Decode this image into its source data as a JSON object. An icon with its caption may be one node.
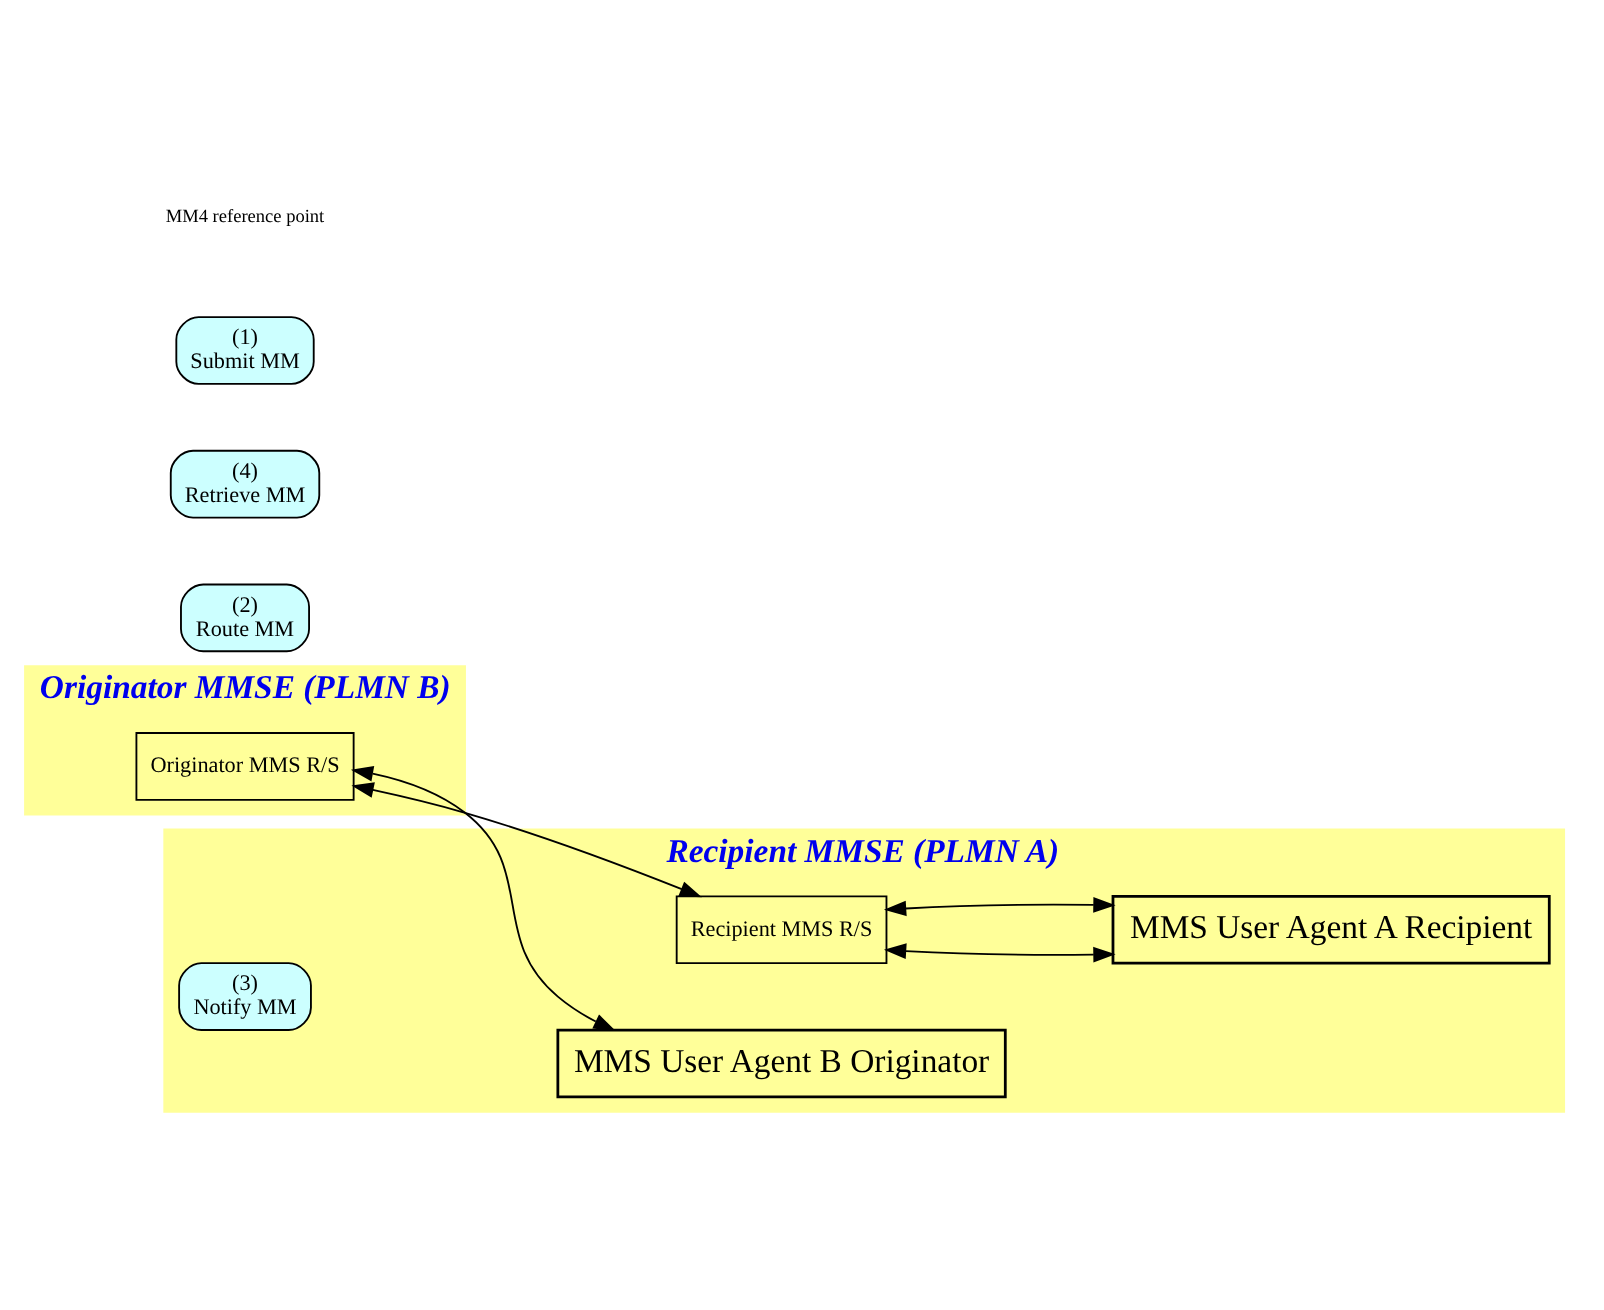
{
  "diagram": {
    "nodes": [
      {
        "text": [
          "Originator MMSE (PLMN B)"
        ]
      },
      {
        "text": [
          "Originator MMS R/S"
        ],
        "in": 0
      },
      {
        "text": [
          "(2)",
          "Route MM"
        ]
      },
      {
        "text": [
          "Recipient MMSE (PLMN A)"
        ]
      },
      {
        "text": [
          "Recipient MMS R/S"
        ],
        "in": 3
      },
      {
        "text": [
          "(4)",
          "Retrieve MM"
        ]
      },
      {
        "text": [
          "(3)",
          "Notify MM"
        ],
        "in": 3
      },
      {
        "text": [
          "(1)",
          "Submit MM"
        ]
      },
      {
        "text": [
          "MMS User Agent B Originator"
        ],
        "in": 3
      },
      {
        "text": [
          "MMS User Agent A Recipient"
        ],
        "in": 3
      }
    ],
    "edges": [
      {
        "from": 1,
        "to": 4,
        "arrow": "both"
      },
      {
        "from": 1,
        "to": 8,
        "arrow": "both"
      },
      {
        "from": 4,
        "to": 9,
        "arrow": "both"
      },
      {
        "from": 4,
        "to": 9,
        "arrow": "both"
      }
    ],
    "labels": [
      "MM4 reference point"
    ]
  }
}
